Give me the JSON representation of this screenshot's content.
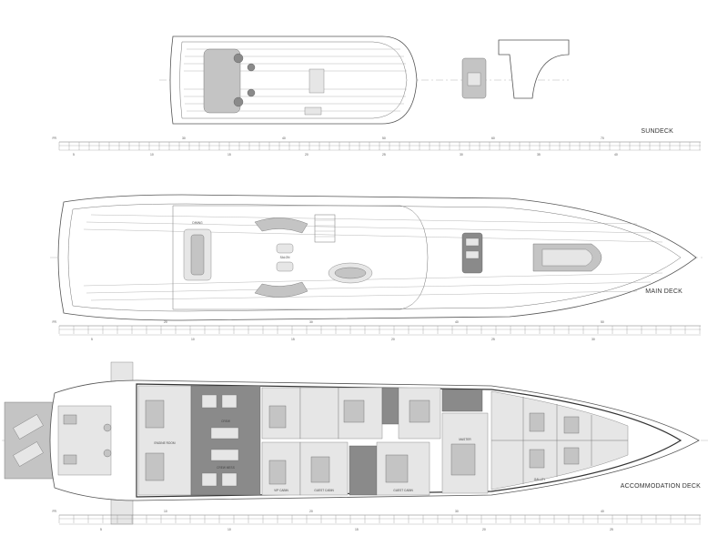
{
  "decks": [
    {
      "label": "SUNDECK",
      "scale": {
        "upper": [
          "30",
          "40",
          "50",
          "60",
          "70"
        ],
        "lower": [
          "5",
          "10",
          "15",
          "20",
          "25",
          "30",
          "35",
          "40"
        ]
      }
    },
    {
      "label": "MAIN DECK",
      "scale": {
        "upper": [
          "20",
          "30",
          "40",
          "50"
        ],
        "lower": [
          "5",
          "10",
          "15",
          "20",
          "25",
          "30"
        ]
      }
    },
    {
      "label": "ACCOMMODATION DECK",
      "scale": {
        "upper": [
          "10",
          "20",
          "30",
          "40"
        ],
        "lower": [
          "5",
          "10",
          "15",
          "20",
          "25"
        ]
      }
    }
  ],
  "rooms": {
    "main_deck": [
      "DINING",
      "SALON"
    ],
    "accommodation_deck": [
      "VIP CABIN",
      "GUEST CABIN",
      "MASTER",
      "GALLEY",
      "CREW",
      "ENGINE ROOM",
      "GUEST CABIN",
      "CREW MESS"
    ]
  },
  "colors": {
    "line": "#555555",
    "fill_dark": "#8a8a8a",
    "fill_mid": "#c4c4c4",
    "fill_light": "#e6e6e6"
  }
}
